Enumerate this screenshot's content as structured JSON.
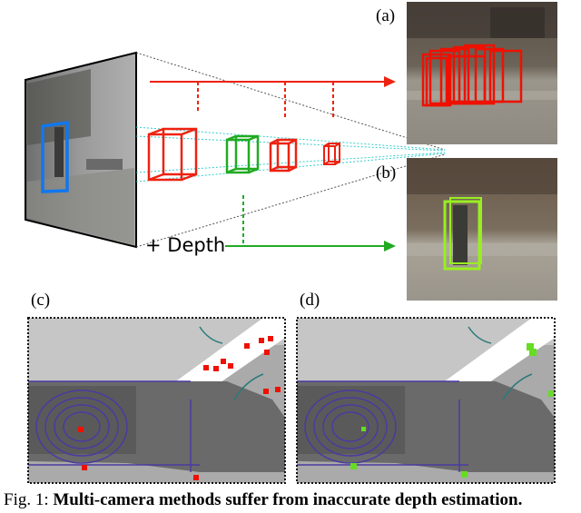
{
  "labels": {
    "a": "(a)",
    "b": "(b)",
    "c": "(c)",
    "d": "(d)"
  },
  "depth_label": "+  Depth",
  "caption": {
    "prefix": "Fig. 1: ",
    "bold": "Multi-camera methods suffer from inaccurate depth estimation."
  },
  "colors": {
    "red": "#ee2211",
    "green": "#22aa22",
    "blue": "#1177ee",
    "cyan": "#33cccc",
    "lime": "#99ee22"
  }
}
